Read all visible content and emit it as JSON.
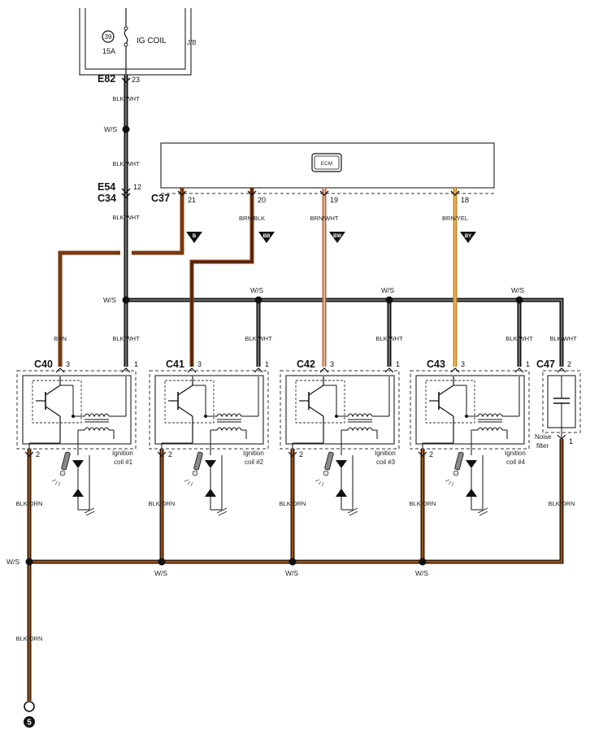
{
  "junction_box": {
    "fuse_number": "39",
    "fuse_rating": "15A",
    "fuse_name": "IG COIL",
    "label": "J/B"
  },
  "ecm": {
    "label": "ECM"
  },
  "connectors": {
    "e82": "E82",
    "e82_pin": "23",
    "e54": "E54",
    "e54_pin": "12",
    "c34": "C34",
    "c37": "C37",
    "c40": "C40",
    "c41": "C41",
    "c42": "C42",
    "c43": "C43",
    "c47": "C47"
  },
  "ecm_pins": [
    "21",
    "20",
    "19",
    "18"
  ],
  "coil_pins": {
    "signal": "3",
    "power": "1",
    "ground": "2"
  },
  "c47_pins": {
    "top": "2",
    "bottom": "1"
  },
  "wire_labels": {
    "blk_wht": "BLK/WHT",
    "ws": "W/S",
    "brn": "BRN",
    "brn_blk": "BRN/BLK",
    "brn_wht": "BRN/WHT",
    "brn_yel": "BRN/YEL",
    "blk_orn": "BLK/ORN"
  },
  "markers": [
    "B",
    "BB",
    "BW",
    "BY"
  ],
  "coils": [
    {
      "line1": "Ignition",
      "line2": "coil #1"
    },
    {
      "line1": "Ignition",
      "line2": "coil #2"
    },
    {
      "line1": "Ignition",
      "line2": "coil #3"
    },
    {
      "line1": "Ignition",
      "line2": "coil #4"
    }
  ],
  "noise_filter": {
    "line1": "Noise",
    "line2": "filter"
  },
  "ground": {
    "number": "5"
  },
  "colors": {
    "black": "#111111",
    "brown": "#7a3a12",
    "brown_wht": "#b86a3a",
    "brown_yel": "#c9882e",
    "outline": "#333333"
  }
}
